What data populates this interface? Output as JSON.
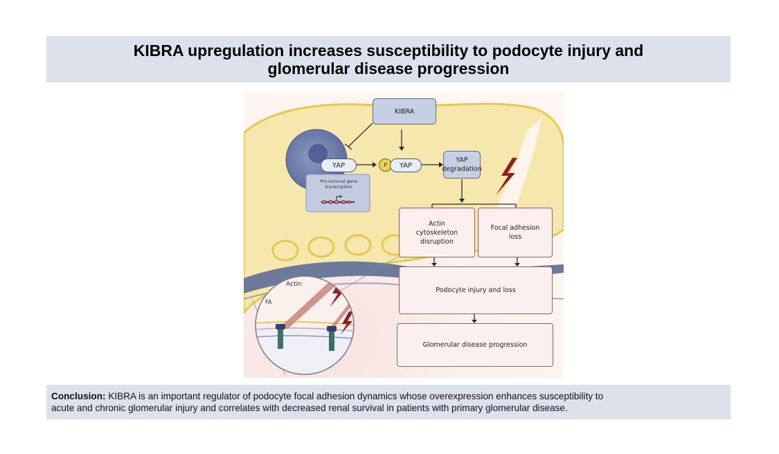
{
  "title": {
    "line1": "KIBRA upregulation increases susceptibility to podocyte injury and",
    "line2": "glomerular disease progression"
  },
  "diagram": {
    "kibra": "KIBRA",
    "yap_nucleus": "YAP",
    "phospho_marker": "P",
    "yap_phospho": "YAP",
    "yap_degradation_line1": "YAP",
    "yap_degradation_line2": "degradation",
    "pro_survival_line1": "Pro-survival gene",
    "pro_survival_line2": "transcription",
    "actin_box_line1": "Actin",
    "actin_box_line2": "cytoskeleton",
    "actin_box_line3": "disruption",
    "focal_box_line1": "Focal adhesion",
    "focal_box_line2": "loss",
    "podocyte_box": "Podocyte injury and loss",
    "glomerular_box": "Glomerular disease progression",
    "inset_actin_label": "Actin",
    "inset_fa_label": "FA"
  },
  "conclusion": {
    "label": "Conclusion:",
    "line1": " KIBRA is an important regulator of podocyte focal adhesion dynamics whose overexpression enhances susceptibility to",
    "line2": "acute and chronic glomerular injury and correlates with decreased renal survival in patients with primary glomerular disease."
  },
  "colors": {
    "band": "#dde1ec",
    "cell_fill": "#f6e7ad",
    "cell_outline": "#e3c94f",
    "node_fill": "#c7cfe4",
    "node_border": "#5c6987",
    "outcome_fill": "#fcf0ee",
    "outcome_border": "#a9595d",
    "lightning": "#8e1f26",
    "membrane": "#6d7a99"
  }
}
